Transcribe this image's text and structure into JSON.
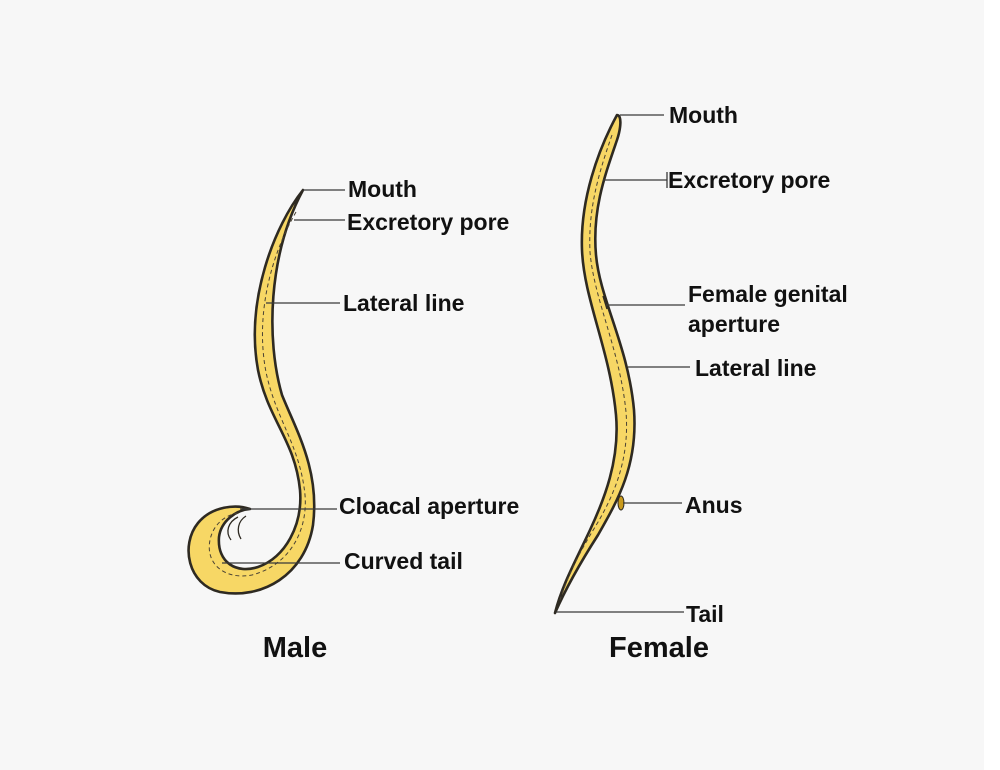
{
  "male": {
    "title": "Male",
    "labels": {
      "mouth": "Mouth",
      "excretory_pore": "Excretory pore",
      "lateral_line": "Lateral line",
      "cloacal_aperture": "Cloacal aperture",
      "curved_tail": "Curved tail"
    }
  },
  "female": {
    "title": "Female",
    "labels": {
      "mouth": "Mouth",
      "excretory_pore": "Excretory pore",
      "genital_aperture_line1": "Female genital",
      "genital_aperture_line2": "aperture",
      "lateral_line": "Lateral line",
      "anus": "Anus",
      "tail": "Tail"
    }
  },
  "colors": {
    "worm_body": "#f7d765",
    "worm_outline": "#2e2a22",
    "background": "#f7f7f7"
  }
}
